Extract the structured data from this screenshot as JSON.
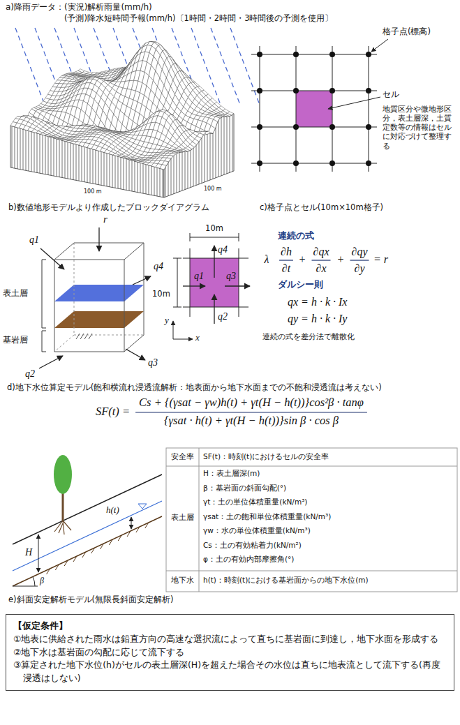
{
  "diagram": {
    "nodes": [
      {
        "text": [
          "【仮定条件】",
          "①地表に供給された雨水は鉛直方向の高速な選択流によって直ちに基岩面に到達し，地下水面を形成する",
          "②地下水は基岩面の勾配に応じて流下する",
          "③算定された地下水位(h)がセルの表土層深(H)を超えた場合その水位は直ちに地表流として流下する(再度浸透はしない)"
        ]
      }
    ],
    "labels": [
      "a)降雨データ：(実況)解析雨量(mm/h)",
      "(予測)降水短時間予報(mm/h)〔1時間・2時間・3時間後の予測を使用〕",
      "100 m",
      "100 m",
      "b)数値地形モデルより作成したブロックダイアグラム",
      "格子点(標高)",
      "セル",
      "地質区分や微地形区分，表土層深，土質定数等の情報はセルに対応づけて整理する",
      "c)格子点とセル(10m×10m格子)",
      "r",
      "q1",
      "q4",
      "表土層",
      "基岩層",
      "q2",
      "q3",
      "10m",
      "10m",
      "q4",
      "q1",
      "q3",
      "q2",
      "y",
      "x",
      "連続の式",
      "λ",
      "∂h",
      "∂t",
      "+",
      "∂qx",
      "∂x",
      "+",
      "∂qy",
      "∂y",
      "= r",
      "ダルシー則",
      "qx = h · k · Ix",
      "qy = h · k · Iy",
      "連続の式を差分法で離散化",
      "d)地下水位算定モデル(飽和横流れ浸透流解析：地表面から地下水面までの不飽和浸透流は考えない)",
      "SF(t) =",
      "Cs + {(γsat − γw)h(t) + γt(H − h(t))}cos²β · tanφ",
      "{γsat · h(t) + γt(H − h(t))}sin β · cos β",
      "h(t)",
      "H",
      "β",
      "安全率",
      "SF(t)：時刻(t)におけるセルの安全率",
      "表土層",
      "H：表土層深(m)",
      "β：基岩面の斜面勾配(°)",
      "γt：土の単位体積重量(kN/m³)",
      "γsat：土の飽和単位体積重量(kN/m³)",
      "γw：水の単位体積重量(kN/m³)",
      "Cs：土の有効粘着力(kN/m²)",
      "φ：土の有効内部摩擦角(°)",
      "地下水",
      "h(t)：時刻(t)における基岩面からの地下水位(m)",
      "e)斜面安定解析モデル(無限長斜面安定解析)"
    ]
  }
}
